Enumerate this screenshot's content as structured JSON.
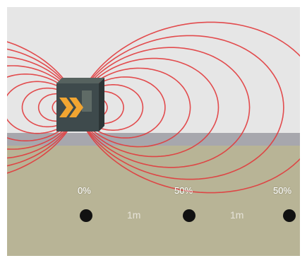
{
  "colors": {
    "sky": "#e6e6e6",
    "ground_band": "#a7a7ad",
    "soil": "#b8b496",
    "field_line": "#e23b3d",
    "device_body": "#3e4a4c",
    "device_edge": "#2c3536",
    "chevron": "#f2a531",
    "sensor_dot": "#111111",
    "frame": "#dcdcdc"
  },
  "device": {
    "icon": "chevron-double-right-icon"
  },
  "sensors": [
    {
      "label": "0%"
    },
    {
      "label": "50%"
    },
    {
      "label": "50%"
    }
  ],
  "distances": [
    {
      "label": "1m"
    },
    {
      "label": "1m"
    }
  ]
}
